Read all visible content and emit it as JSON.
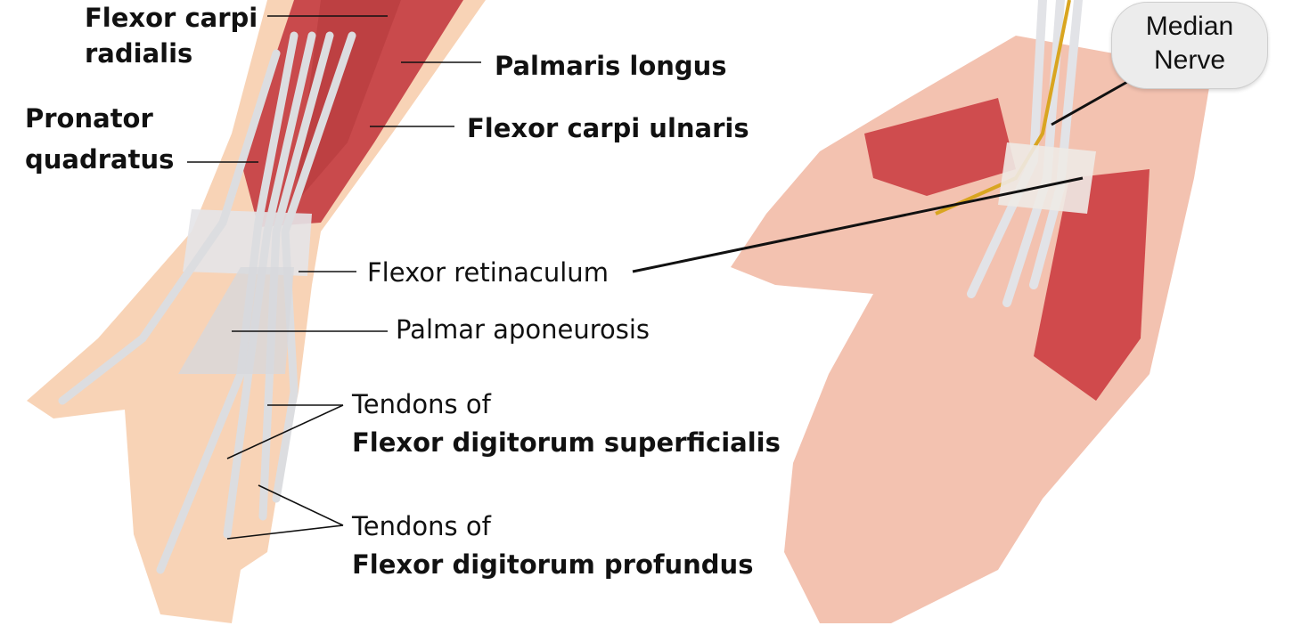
{
  "labels": {
    "flexor_carpi_radialis_1": "Flexor carpi",
    "flexor_carpi_radialis_2": "radialis",
    "palmaris_longus": "Palmaris longus",
    "pronator_quadratus_1": "Pronator",
    "pronator_quadratus_2": "quadratus",
    "flexor_carpi_ulnaris": "Flexor carpi ulnaris",
    "flexor_retinaculum": "Flexor retinaculum",
    "palmar_aponeurosis": "Palmar aponeurosis",
    "fds_1": "Tendons of",
    "fds_2": "Flexor digitorum superficialis",
    "fdp_1": "Tendons of",
    "fdp_2": "Flexor digitorum profundus",
    "median_nerve_1": "Median",
    "median_nerve_2": "Nerve"
  },
  "colors": {
    "skin": "#f6c9a8",
    "muscle": "#c9474a",
    "tendon": "#dcdde0",
    "nerve": "#d9a520"
  }
}
